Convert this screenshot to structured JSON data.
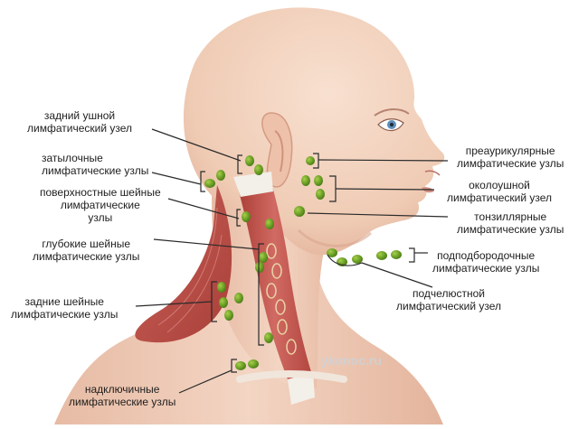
{
  "labels": {
    "posterior_auricular": [
      "задний ушной",
      "лимфатический узел"
    ],
    "occipital": [
      "затылочные",
      "лимфатические узлы"
    ],
    "superficial_cervical": [
      "поверхностные шейные",
      "лимфатические",
      "узлы"
    ],
    "deep_cervical": [
      "глубокие шейные",
      "лимфатические узлы"
    ],
    "posterior_cervical": [
      "задние шейные",
      "лимфатические узлы"
    ],
    "supraclavicular": [
      "надключичные",
      "лимфатические узлы"
    ],
    "preauricular": [
      "преаурикулярные",
      "лимфатические узлы"
    ],
    "parotid": [
      "околоушной",
      "лимфатический узел"
    ],
    "tonsillar": [
      "тонзиллярные",
      "лимфатические узлы"
    ],
    "submental": [
      "подподбородочные",
      "лимфатические узлы"
    ],
    "submandibular": [
      "подчелюстной",
      "лимфатический узел"
    ]
  },
  "watermark": "ykonoc.ru",
  "colors": {
    "skin": "#f2d2be",
    "skin_shadow": "#e2b39c",
    "muscle": "#c0524a",
    "muscle_light": "#d8807a",
    "node": "#5e8f22",
    "node_light": "#97c23e",
    "leader": "#2a2a2a",
    "iris": "#5d8fb8"
  }
}
